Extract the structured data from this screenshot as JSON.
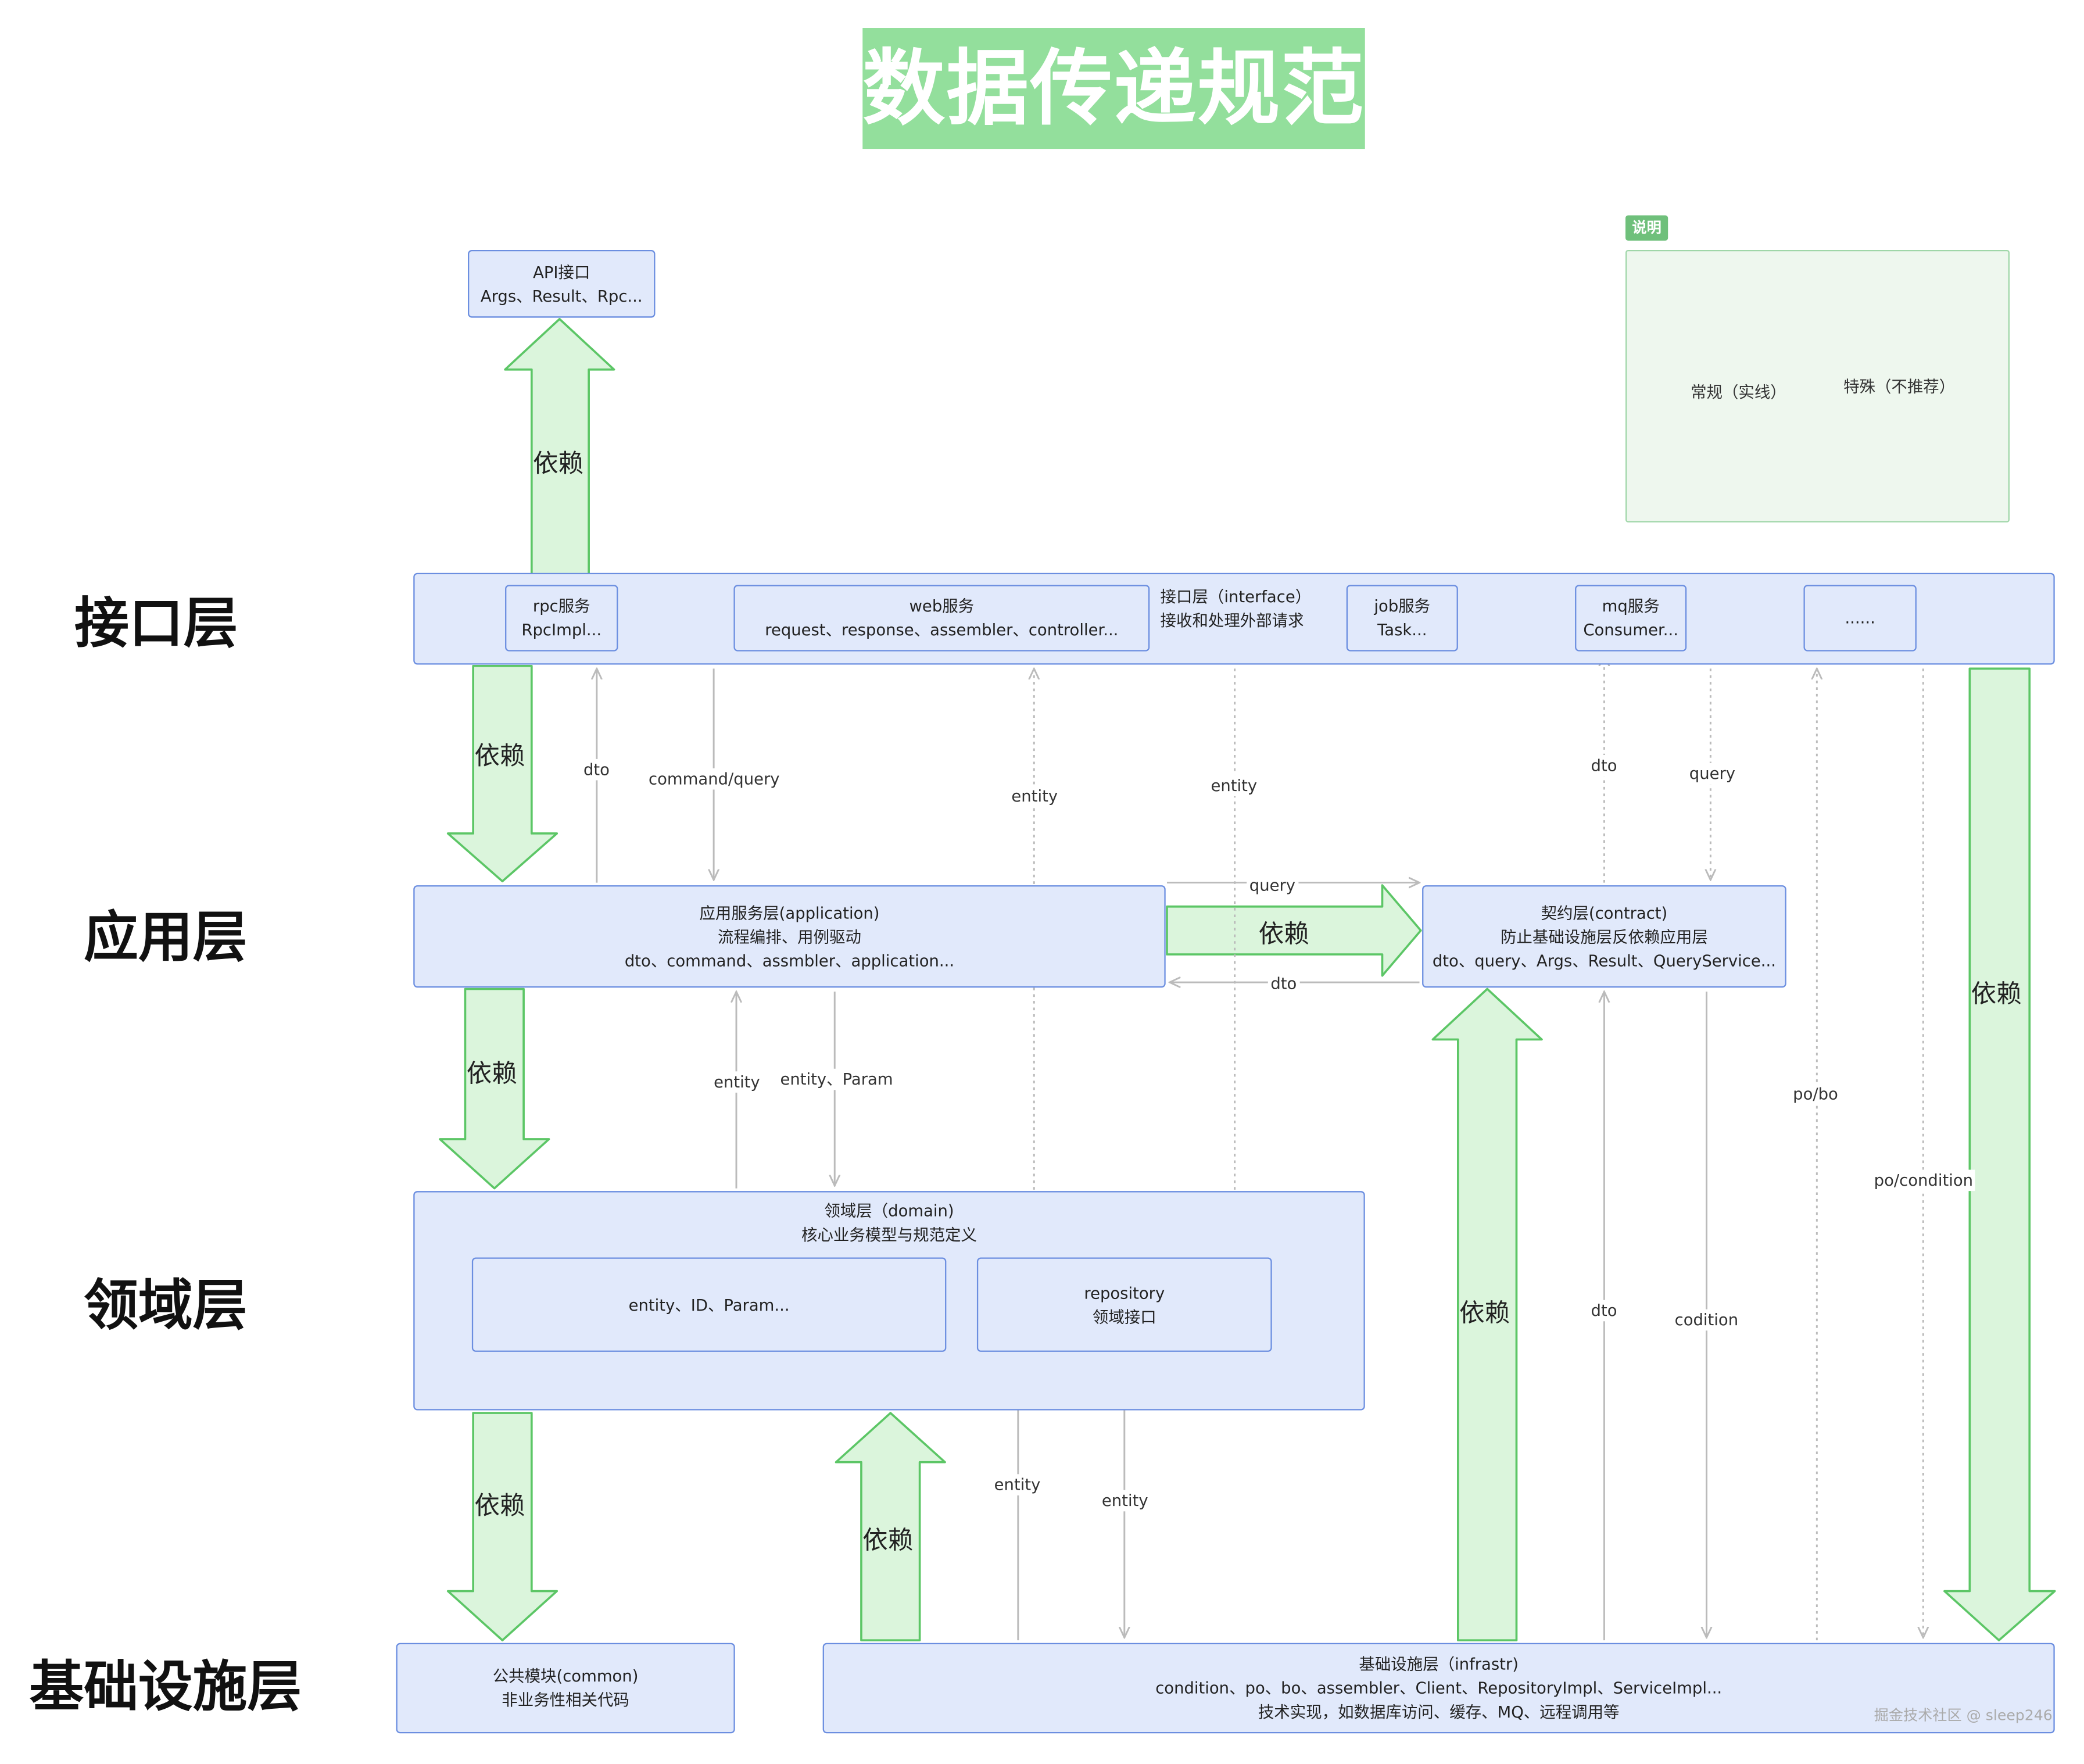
{
  "title": "数据传递规范",
  "layers": {
    "interface": "接口层",
    "application": "应用层",
    "domain": "领域层",
    "infra": "基础设施层"
  },
  "dependency_label": "依赖",
  "legend": {
    "tag": "说明",
    "solid": "常规（实线）",
    "dashed": "特殊（不推荐）"
  },
  "nodes": {
    "api": {
      "title": "API接口",
      "content": "Args、Result、Rpc..."
    },
    "interface_layer": {
      "title": "接口层（interface）",
      "subtitle": "接收和处理外部请求"
    },
    "rpc": {
      "title": "rpc服务",
      "content": "RpcImpl..."
    },
    "web": {
      "title": "web服务",
      "content": "request、response、assembler、controller..."
    },
    "job": {
      "title": "job服务",
      "content": "Task..."
    },
    "mq": {
      "title": "mq服务",
      "content": "Consumer..."
    },
    "more": {
      "title": "......"
    },
    "application": {
      "title": "应用服务层(application)",
      "subtitle": "流程编排、用例驱动",
      "content": "dto、command、assmbler、application..."
    },
    "contract": {
      "title": "契约层(contract)",
      "subtitle": "防止基础设施层反依赖应用层",
      "content": "dto、query、Args、Result、QueryService..."
    },
    "domain": {
      "title": "领域层（domain)",
      "subtitle": "核心业务模型与规范定义"
    },
    "entity": {
      "title": "entity、ID、Param..."
    },
    "repository": {
      "title": "repository",
      "subtitle": "领域接口"
    },
    "common": {
      "title": "公共模块(common)",
      "subtitle": "非业务性相关代码"
    },
    "infra": {
      "title": "基础设施层（infrastr)",
      "subtitle": "condition、po、bo、assembler、Client、RepositoryImpl、ServiceImpl...",
      "content": "技术实现，如数据库访问、缓存、MQ、远程调用等"
    }
  },
  "edges": {
    "dto_rpc": "dto",
    "command_query": "command/query",
    "entity_up": "entity",
    "entity_down": "entity",
    "dto_mq": "dto",
    "query_mq": "query",
    "query_app_contract": "query",
    "dto_contract_app": "dto",
    "entity_app": "entity",
    "entity_param": "entity、Param",
    "po_bo": "po/bo",
    "po_condition": "po/condition",
    "dto_infra": "dto",
    "condition_infra": "codition",
    "entity_repo_up": "entity",
    "entity_repo_down": "entity"
  },
  "watermark": "掘金技术社区 @ sleep246",
  "colors": {
    "box_fill": "#e1e9fb",
    "box_border": "#6b8ee0",
    "dependency_fill": "#dbf5dc",
    "dependency_border": "#5cc666",
    "title_bg": "#93df9c",
    "edge": "#bbbbbb"
  }
}
